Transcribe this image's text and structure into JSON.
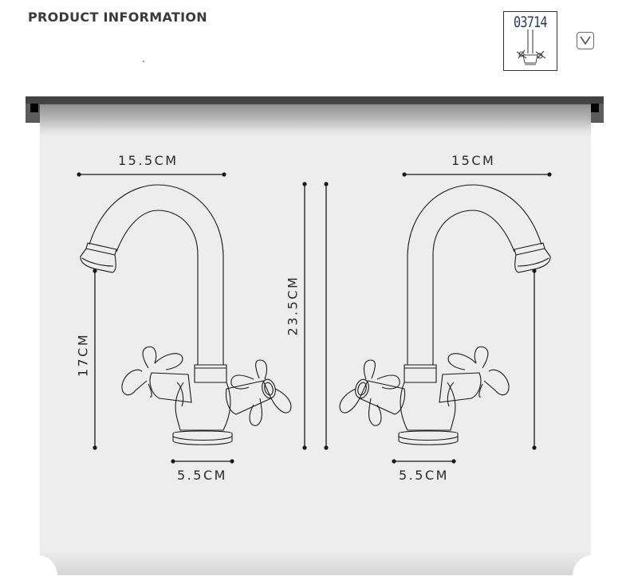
{
  "header": {
    "title": "PRODUCT INFORMATION"
  },
  "thumbnail": {
    "overlay_code": "03714",
    "icon": "faucet-thumbnail"
  },
  "dropdown": {
    "icon": "chevron-down-icon"
  },
  "diagram": {
    "left_faucet": {
      "spout_reach": "15.5CM",
      "spout_height": "17CM",
      "base_width": "5.5CM"
    },
    "total_height": "23.5CM",
    "right_faucet": {
      "spout_reach": "15CM",
      "base_width": "5.5CM"
    }
  },
  "colors": {
    "background": "#ffffff",
    "paper": "#ededed",
    "rod": "#474747",
    "line": "#1a1a1a",
    "title": "#3a3a3a"
  }
}
